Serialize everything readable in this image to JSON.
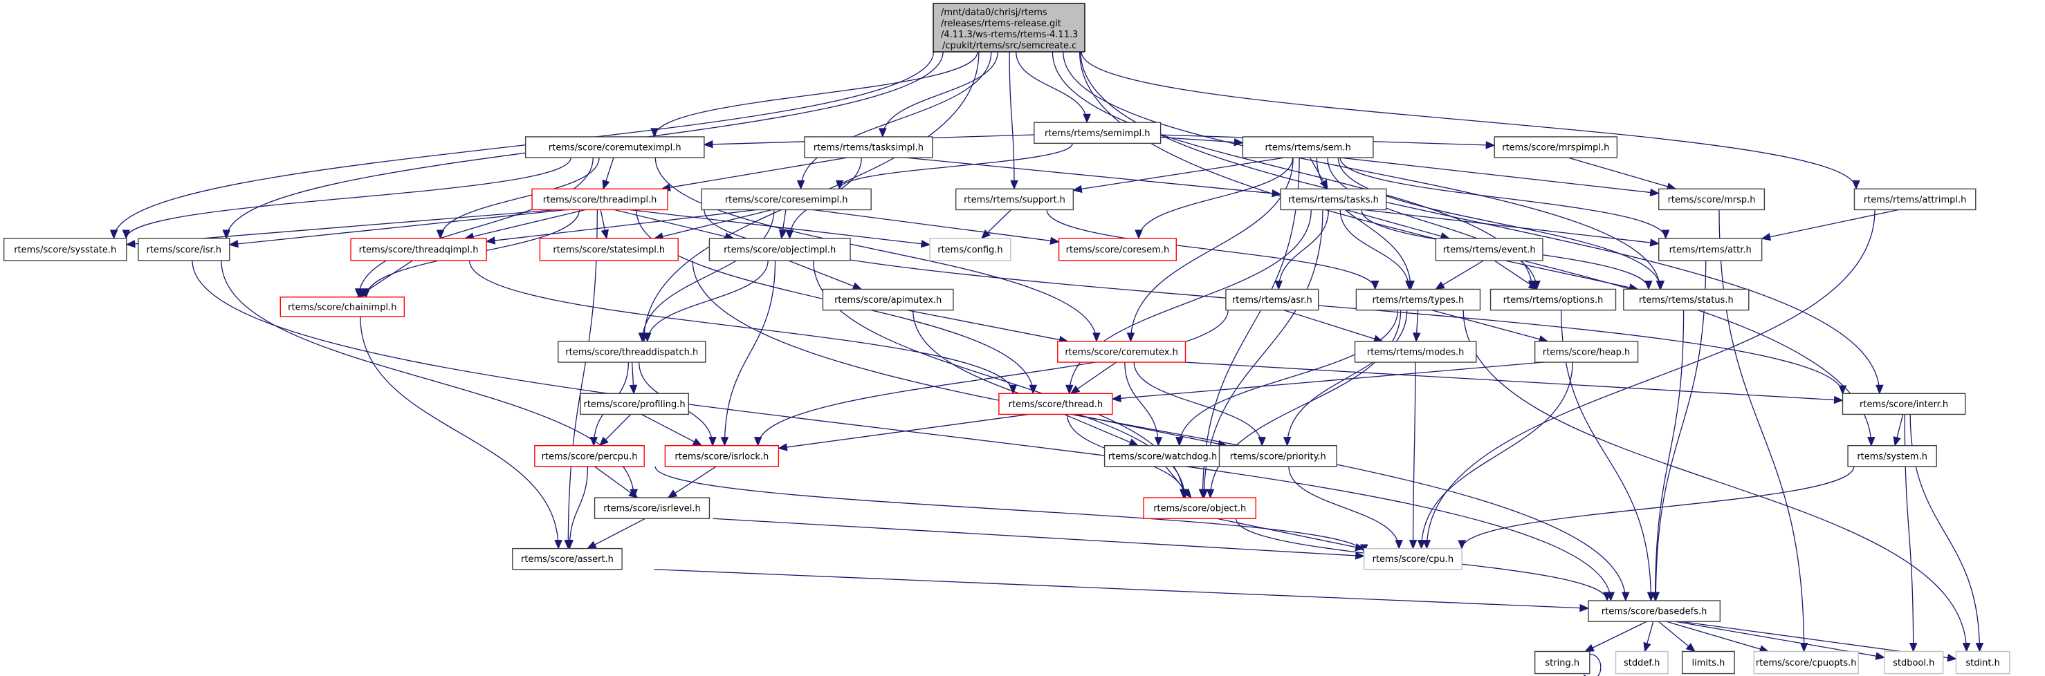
{
  "root": {
    "lines": [
      "/mnt/data0/chrisj/rtems",
      "/releases/rtems-release.git",
      "/4.11.3/ws-rtems/rtems-4.11.3",
      "/cpukit/rtems/src/semcreate.c"
    ]
  },
  "colors": {
    "edge": "#191970",
    "border_normal": "#404040",
    "border_truncated": "#ff0000",
    "border_external": "#bfbfbf",
    "root_fill": "#bfbfbf"
  },
  "nodes": [
    {
      "id": "semimpl",
      "label": "rtems/rtems/semimpl.h",
      "kind": "normal"
    },
    {
      "id": "coremuteximpl",
      "label": "rtems/score/coremuteximpl.h",
      "kind": "normal"
    },
    {
      "id": "tasksimpl",
      "label": "rtems/rtems/tasksimpl.h",
      "kind": "normal"
    },
    {
      "id": "sem",
      "label": "rtems/rtems/sem.h",
      "kind": "normal"
    },
    {
      "id": "mrspimpl",
      "label": "rtems/score/mrspimpl.h",
      "kind": "normal"
    },
    {
      "id": "threadimpl",
      "label": "rtems/score/threadimpl.h",
      "kind": "truncated"
    },
    {
      "id": "coresemimpl",
      "label": "rtems/score/coresemimpl.h",
      "kind": "normal"
    },
    {
      "id": "support",
      "label": "rtems/rtems/support.h",
      "kind": "normal"
    },
    {
      "id": "tasks",
      "label": "rtems/rtems/tasks.h",
      "kind": "normal"
    },
    {
      "id": "mrsp",
      "label": "rtems/score/mrsp.h",
      "kind": "normal"
    },
    {
      "id": "attrimpl",
      "label": "rtems/rtems/attrimpl.h",
      "kind": "normal"
    },
    {
      "id": "sysstate",
      "label": "rtems/score/sysstate.h",
      "kind": "normal"
    },
    {
      "id": "isr",
      "label": "rtems/score/isr.h",
      "kind": "normal"
    },
    {
      "id": "threadqimpl",
      "label": "rtems/score/threadqimpl.h",
      "kind": "truncated"
    },
    {
      "id": "statesimpl",
      "label": "rtems/score/statesimpl.h",
      "kind": "truncated"
    },
    {
      "id": "objectimpl",
      "label": "rtems/score/objectimpl.h",
      "kind": "normal"
    },
    {
      "id": "config",
      "label": "rtems/config.h",
      "kind": "external"
    },
    {
      "id": "coresem",
      "label": "rtems/score/coresem.h",
      "kind": "truncated"
    },
    {
      "id": "event",
      "label": "rtems/rtems/event.h",
      "kind": "normal"
    },
    {
      "id": "attr",
      "label": "rtems/rtems/attr.h",
      "kind": "normal"
    },
    {
      "id": "chainimpl",
      "label": "rtems/score/chainimpl.h",
      "kind": "truncated"
    },
    {
      "id": "apimutex",
      "label": "rtems/score/apimutex.h",
      "kind": "normal"
    },
    {
      "id": "asr",
      "label": "rtems/rtems/asr.h",
      "kind": "normal"
    },
    {
      "id": "types",
      "label": "rtems/rtems/types.h",
      "kind": "normal"
    },
    {
      "id": "options",
      "label": "rtems/rtems/options.h",
      "kind": "normal"
    },
    {
      "id": "status",
      "label": "rtems/rtems/status.h",
      "kind": "normal"
    },
    {
      "id": "threaddispatch",
      "label": "rtems/score/threaddispatch.h",
      "kind": "normal"
    },
    {
      "id": "coremutex",
      "label": "rtems/score/coremutex.h",
      "kind": "truncated"
    },
    {
      "id": "modes",
      "label": "rtems/rtems/modes.h",
      "kind": "normal"
    },
    {
      "id": "heap",
      "label": "rtems/score/heap.h",
      "kind": "normal"
    },
    {
      "id": "profiling",
      "label": "rtems/score/profiling.h",
      "kind": "normal"
    },
    {
      "id": "thread",
      "label": "rtems/score/thread.h",
      "kind": "truncated"
    },
    {
      "id": "interr",
      "label": "rtems/score/interr.h",
      "kind": "normal"
    },
    {
      "id": "percpu",
      "label": "rtems/score/percpu.h",
      "kind": "truncated"
    },
    {
      "id": "isrlock",
      "label": "rtems/score/isrlock.h",
      "kind": "truncated"
    },
    {
      "id": "watchdog",
      "label": "rtems/score/watchdog.h",
      "kind": "normal"
    },
    {
      "id": "priority",
      "label": "rtems/score/priority.h",
      "kind": "normal"
    },
    {
      "id": "system",
      "label": "rtems/system.h",
      "kind": "normal"
    },
    {
      "id": "isrlevel",
      "label": "rtems/score/isrlevel.h",
      "kind": "normal"
    },
    {
      "id": "object",
      "label": "rtems/score/object.h",
      "kind": "truncated"
    },
    {
      "id": "assert",
      "label": "rtems/score/assert.h",
      "kind": "normal"
    },
    {
      "id": "cpu",
      "label": "rtems/score/cpu.h",
      "kind": "external"
    },
    {
      "id": "basedefs",
      "label": "rtems/score/basedefs.h",
      "kind": "normal"
    },
    {
      "id": "string",
      "label": "string.h",
      "kind": "normal"
    },
    {
      "id": "stddef",
      "label": "stddef.h",
      "kind": "external"
    },
    {
      "id": "limits",
      "label": "limits.h",
      "kind": "normal"
    },
    {
      "id": "cpuopts",
      "label": "rtems/score/cpuopts.h",
      "kind": "external"
    },
    {
      "id": "stdbool",
      "label": "stdbool.h",
      "kind": "external"
    },
    {
      "id": "stdint",
      "label": "stdint.h",
      "kind": "external"
    }
  ],
  "edges": [
    [
      "root",
      "semimpl"
    ],
    [
      "root",
      "coremuteximpl"
    ],
    [
      "root",
      "tasksimpl"
    ],
    [
      "root",
      "coresemimpl"
    ],
    [
      "root",
      "support"
    ],
    [
      "root",
      "sysstate"
    ],
    [
      "root",
      "isr"
    ],
    [
      "root",
      "threaddispatch"
    ],
    [
      "root",
      "attrimpl"
    ],
    [
      "root",
      "interr"
    ],
    [
      "root",
      "system"
    ],
    [
      "root",
      "status"
    ],
    [
      "root",
      "options"
    ],
    [
      "semimpl",
      "coremuteximpl"
    ],
    [
      "semimpl",
      "sem"
    ],
    [
      "semimpl",
      "mrspimpl"
    ],
    [
      "semimpl",
      "coresemimpl"
    ],
    [
      "coremuteximpl",
      "threadimpl"
    ],
    [
      "coremuteximpl",
      "sysstate"
    ],
    [
      "coremuteximpl",
      "threadqimpl"
    ],
    [
      "coremuteximpl",
      "chainimpl"
    ],
    [
      "coremuteximpl",
      "coremutex"
    ],
    [
      "tasksimpl",
      "threadimpl"
    ],
    [
      "tasksimpl",
      "objectimpl"
    ],
    [
      "tasksimpl",
      "tasks"
    ],
    [
      "sem",
      "support"
    ],
    [
      "sem",
      "tasks"
    ],
    [
      "sem",
      "coresem"
    ],
    [
      "sem",
      "types"
    ],
    [
      "sem",
      "options"
    ],
    [
      "sem",
      "attr"
    ],
    [
      "sem",
      "mrsp"
    ],
    [
      "sem",
      "coremutex"
    ],
    [
      "sem",
      "object"
    ],
    [
      "sem",
      "status"
    ],
    [
      "mrspimpl",
      "mrsp"
    ],
    [
      "threadimpl",
      "sysstate"
    ],
    [
      "threadimpl",
      "isr"
    ],
    [
      "threadimpl",
      "threadqimpl"
    ],
    [
      "threadimpl",
      "chainimpl"
    ],
    [
      "threadimpl",
      "statesimpl"
    ],
    [
      "threadimpl",
      "objectimpl"
    ],
    [
      "threadimpl",
      "config"
    ],
    [
      "threadimpl",
      "assert"
    ],
    [
      "threadimpl",
      "thread"
    ],
    [
      "threadimpl",
      "interr"
    ],
    [
      "coresemimpl",
      "threadqimpl"
    ],
    [
      "coresemimpl",
      "statesimpl"
    ],
    [
      "coresemimpl",
      "objectimpl"
    ],
    [
      "coresemimpl",
      "coresem"
    ],
    [
      "coresemimpl",
      "threaddispatch"
    ],
    [
      "support",
      "config"
    ],
    [
      "support",
      "types"
    ],
    [
      "tasks",
      "types"
    ],
    [
      "tasks",
      "event"
    ],
    [
      "tasks",
      "asr"
    ],
    [
      "tasks",
      "attr"
    ],
    [
      "tasks",
      "status"
    ],
    [
      "tasks",
      "thread"
    ],
    [
      "tasks",
      "object"
    ],
    [
      "mrsp",
      "cpuopts"
    ],
    [
      "attrimpl",
      "attr"
    ],
    [
      "attrimpl",
      "cpu"
    ],
    [
      "sysstate",
      "basedefs"
    ],
    [
      "isr",
      "isrlevel"
    ],
    [
      "threadqimpl",
      "chainimpl"
    ],
    [
      "threadqimpl",
      "thread"
    ],
    [
      "statesimpl",
      "basedefs"
    ],
    [
      "objectimpl",
      "apimutex"
    ],
    [
      "objectimpl",
      "threaddispatch"
    ],
    [
      "objectimpl",
      "isrlock"
    ],
    [
      "objectimpl",
      "object"
    ],
    [
      "event",
      "types"
    ],
    [
      "event",
      "options"
    ],
    [
      "event",
      "status"
    ],
    [
      "attr",
      "basedefs"
    ],
    [
      "chainimpl",
      "assert"
    ],
    [
      "apimutex",
      "coremutex"
    ],
    [
      "apimutex",
      "object"
    ],
    [
      "asr",
      "modes"
    ],
    [
      "asr",
      "isrlock"
    ],
    [
      "types",
      "modes"
    ],
    [
      "types",
      "heap"
    ],
    [
      "types",
      "priority"
    ],
    [
      "types",
      "watchdog"
    ],
    [
      "types",
      "object"
    ],
    [
      "types",
      "stdint"
    ],
    [
      "options",
      "basedefs"
    ],
    [
      "status",
      "basedefs"
    ],
    [
      "threaddispatch",
      "profiling"
    ],
    [
      "threaddispatch",
      "percpu"
    ],
    [
      "threaddispatch",
      "isrlock"
    ],
    [
      "coremutex",
      "thread"
    ],
    [
      "coremutex",
      "watchdog"
    ],
    [
      "coremutex",
      "priority"
    ],
    [
      "coremutex",
      "interr"
    ],
    [
      "modes",
      "cpu"
    ],
    [
      "heap",
      "thread"
    ],
    [
      "heap",
      "cpu"
    ],
    [
      "profiling",
      "percpu"
    ],
    [
      "profiling",
      "isrlock"
    ],
    [
      "thread",
      "isrlock"
    ],
    [
      "thread",
      "watchdog"
    ],
    [
      "thread",
      "priority"
    ],
    [
      "thread",
      "object"
    ],
    [
      "interr",
      "system"
    ],
    [
      "interr",
      "stdbool"
    ],
    [
      "interr",
      "stdint"
    ],
    [
      "percpu",
      "isrlevel"
    ],
    [
      "percpu",
      "assert"
    ],
    [
      "percpu",
      "cpu"
    ],
    [
      "isrlock",
      "isrlevel"
    ],
    [
      "watchdog",
      "object"
    ],
    [
      "priority",
      "cpu"
    ],
    [
      "system",
      "cpu"
    ],
    [
      "isrlevel",
      "assert"
    ],
    [
      "isrlevel",
      "cpu"
    ],
    [
      "object",
      "cpu"
    ],
    [
      "object",
      "basedefs"
    ],
    [
      "assert",
      "basedefs"
    ],
    [
      "basedefs",
      "string"
    ],
    [
      "basedefs",
      "stddef"
    ],
    [
      "basedefs",
      "limits"
    ],
    [
      "basedefs",
      "cpuopts"
    ],
    [
      "basedefs",
      "stdbool"
    ],
    [
      "basedefs",
      "stdint"
    ],
    [
      "string",
      "string"
    ]
  ]
}
